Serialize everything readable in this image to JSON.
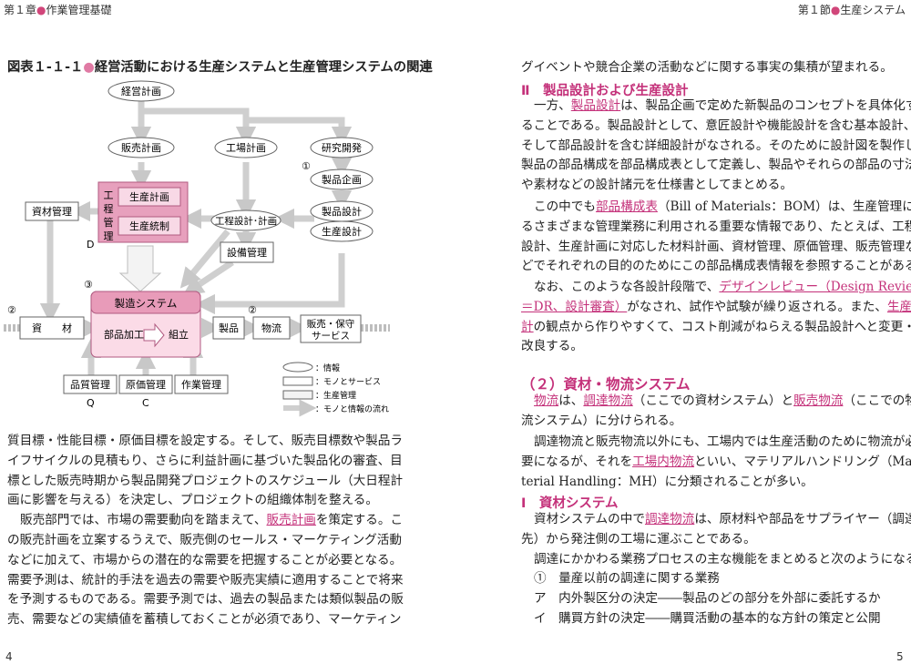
{
  "header": {
    "left_chapter": "第１章",
    "left_title": "作業管理基礎",
    "right_section": "第１節",
    "right_title": "生産システム"
  },
  "page_numbers": {
    "left": "4",
    "right": "5"
  },
  "figure": {
    "title_prefix": "図表１-１-１",
    "title": "経営活動における生産システムと生産管理システムの関連",
    "nodes": {
      "keiei": "経営計画",
      "hanbai": "販売計画",
      "kojo": "工場計画",
      "kenkyu": "研究開発",
      "kikaku": "製品企画",
      "sekkei1": "製品設計",
      "sekkei2": "生産設計",
      "koutei": "工程設計･計画",
      "setsubi": "設備管理",
      "shizai": "資材管理",
      "kanri_v": "工程管理",
      "seisan_keikaku": "生産計画",
      "seisan_tosei": "生産統制",
      "seizo": "製造システム",
      "buhin": "部品加工",
      "kumitate": "組立",
      "shizai_in": "資　　材",
      "seihin": "製品",
      "butsuryu": "物流",
      "hanbai_service_1": "販売・保守",
      "hanbai_service_2": "サービス",
      "hinshitsu": "品質管理",
      "genka": "原価管理",
      "sagyo": "作業管理"
    },
    "marks": {
      "one": "①",
      "two_a": "②",
      "two_b": "②",
      "three": "③",
      "D": "D",
      "Q": "Q",
      "C": "C"
    },
    "legend": [
      "：情報",
      "：モノとサービス",
      "：生産管理",
      "：モノと情報の流れ"
    ]
  },
  "left_text": [
    "質目標・性能目標・原価目標を設定する。そして、販売目標数や製品ラ",
    "イフサイクルの見積もり、さらに利益計画に基づいた製品化の審査、目",
    "標とした販売時期から製品開発プロジェクトのスケジュール（大日程計",
    "画に影響を与える）を決定し、プロジェクトの組織体制を整える。",
    "販売部門では、市場の需要動向を踏まえて、",
    "販売計画",
    "を策定する。こ",
    "の販売計画を立案するうえで、販売側のセールス・マーケティング活動",
    "などに加えて、市場からの潜在的な需要を把握することが必要となる。",
    "需要予測は、統計的手法を過去の需要や販売実績に適用することで将来",
    "を予測するものである。需要予測では、過去の製品または類似製品の販",
    "売、需要などの実績値を蓄積しておくことが必須であり、マーケティン"
  ],
  "right_text": {
    "intro": "グイベントや競合企業の活動などに関する事実の集積が望まれる。",
    "sec2_num": "Ⅱ",
    "sec2_title": "製品設計および生産設計",
    "p1": [
      "一方、",
      "製品設計",
      "は、製品企画で定めた新製品のコンセプトを具体化す",
      "ることである。製品設計として、意匠設計や機能設計を含む基本設計、",
      "そして部品設計を含む詳細設計がなされる。そのために設計図を製作し、",
      "製品の部品構成を部品構成表として定義し、製品やそれらの部品の寸法",
      "や素材などの設計諸元を仕様書としてまとめる。"
    ],
    "p2": [
      "この中でも",
      "部品構成表",
      "（Bill of Materials：BOM）は、生産管理におけ",
      "るさまざまな管理業務に利用される重要な情報であり、たとえば、工程",
      "設計、生産計画に対応した材料計画、資材管理、原価管理、販売管理な",
      "どでそれぞれの目的のためにこの部品構成表情報を参照することがある。"
    ],
    "p3": [
      "なお、このような各設計段階で、",
      "デザインレビュー（Design Review",
      "＝DR、設計審査）",
      "がなされ、試作や試験が繰り返される。また、",
      "生産設",
      "計",
      "の観点から作りやすくて、コスト削減がねらえる製品設計へと変更・",
      "改良する。"
    ],
    "sec_b_title": "（２）資材・物流システム",
    "p4": [
      "物流",
      "は、",
      "調達物流",
      "（ここでの資材システム）と",
      "販売物流",
      "（ここでの物",
      "流システム）に分けられる。"
    ],
    "p5": [
      "調達物流と販売物流以外にも、工場内では生産活動のために物流が必",
      "要になるが、それを",
      "工場内物流",
      "といい、マテリアルハンドリング（Ma-",
      "terial Handling：MH）に分類されることが多い。"
    ],
    "sec3_num": "Ⅰ",
    "sec3_title": "資材システム",
    "p6": [
      "資材システムの中で",
      "調達物流",
      "は、原材料や部品をサプライヤー（調達",
      "先）から発注側の工場に運ぶことである。"
    ],
    "p7": "調達にかかわる業務プロセスの主な機能をまとめると次のようになる。",
    "list_head": "①　量産以前の調達に関する業務",
    "list_a": "ア　内外製区分の決定――製品のどの部分を外部に委託するか",
    "list_b": "イ　購買方針の決定――購買活動の基本的な方針の策定と公開"
  }
}
